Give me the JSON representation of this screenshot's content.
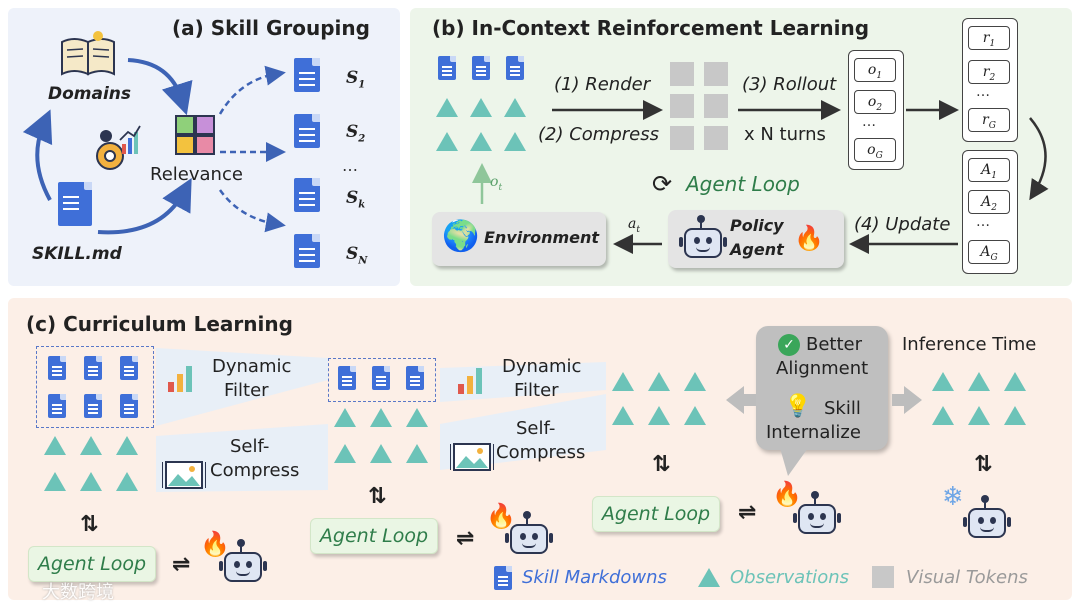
{
  "panel_a": {
    "title": "(a) Skill Grouping",
    "domains": "Domains",
    "relevance": "Relevance",
    "skill_md": "SKILL.md",
    "s1": "S",
    "s1_sub": "1",
    "s2": "S",
    "s2_sub": "2",
    "sk": "S",
    "sk_sub": "k",
    "sn": "S",
    "sn_sub": "N",
    "ellipsis": "…"
  },
  "panel_b": {
    "title": "(b) In-Context Reinforcement Learning",
    "render": "(1) Render",
    "compress": "(2) Compress",
    "rollout": "(3) Rollout",
    "n_turns": "x N turns",
    "update": "(4) Update",
    "agent_loop": "Agent Loop",
    "environment": "Environment",
    "policy_agent_line1": "Policy",
    "policy_agent_line2": "Agent",
    "obs_label": "o",
    "obs_label_sub": "t",
    "act_label": "a",
    "act_label_sub": "t",
    "o_cells": [
      {
        "base": "o",
        "sub": "1"
      },
      {
        "base": "o",
        "sub": "2"
      },
      {
        "base": "o",
        "sub": "G"
      }
    ],
    "r_cells": [
      {
        "base": "r",
        "sub": "1"
      },
      {
        "base": "r",
        "sub": "2"
      },
      {
        "base": "r",
        "sub": "G"
      }
    ],
    "a_cells": [
      {
        "base": "A",
        "sub": "1"
      },
      {
        "base": "A",
        "sub": "2"
      },
      {
        "base": "A",
        "sub": "G"
      }
    ],
    "ellipsis": "…"
  },
  "panel_c": {
    "title": "(c) Curriculum Learning",
    "dynamic_filter_1a": "Dynamic",
    "dynamic_filter_1b": "Filter",
    "self_compress_1a": "Self-",
    "self_compress_1b": "Compress",
    "dynamic_filter_2a": "Dynamic",
    "dynamic_filter_2b": "Filter",
    "self_compress_2a": "Self-",
    "self_compress_2b": "Compress",
    "agent_loop_1": "Agent Loop",
    "agent_loop_2": "Agent Loop",
    "agent_loop_3": "Agent Loop",
    "better_alignment_a": "Better",
    "better_alignment_b": "Alignment",
    "skill_internalize_a": "Skill",
    "skill_internalize_b": "Internalize",
    "inference_time": "Inference Time"
  },
  "legend": {
    "skill_markdowns": "Skill Markdowns",
    "observations": "Observations",
    "visual_tokens": "Visual Tokens"
  },
  "watermark": "大数跨境",
  "colors": {
    "panel_a_bg": "#eef2fa",
    "panel_b_bg": "#edf5ea",
    "panel_c_bg": "#fcefe7",
    "doc_blue": "#3f6fd8",
    "obs_teal": "#6cc3b8",
    "agent_green": "#2f7d4a"
  }
}
